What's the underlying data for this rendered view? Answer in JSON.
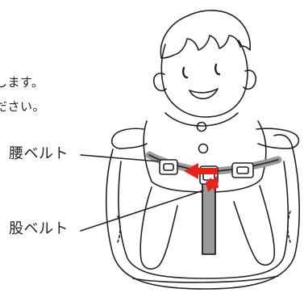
{
  "instruction": {
    "line_1": "します。",
    "line_2": "ださい。"
  },
  "labels": {
    "waist_belt": "腰ベルト",
    "crotch_belt": "股ベルト"
  },
  "colors": {
    "line": "#222222",
    "belt": "#9a9a9a",
    "arrow": "#e8231c"
  }
}
